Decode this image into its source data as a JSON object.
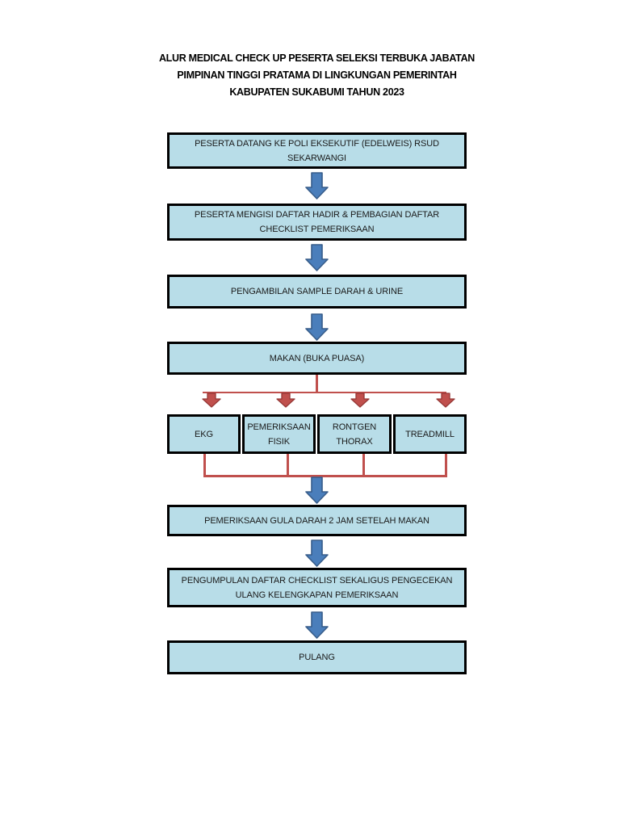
{
  "title": {
    "lines": [
      "ALUR MEDICAL CHECK UP PESERTA SELEKSI TERBUKA JABATAN",
      "PIMPINAN TINGGI PRATAMA DI LINGKUNGAN PEMERINTAH",
      "KABUPATEN SUKABUMI TAHUN 2023"
    ]
  },
  "flow": {
    "steps": [
      {
        "id": "arrival",
        "lines": [
          "PESERTA DATANG KE POLI EKSEKUTIF (EDELWEIS) RSUD",
          "SEKARWANGI"
        ]
      },
      {
        "id": "attendance",
        "lines": [
          "PESERTA MENGISI DAFTAR HADIR & PEMBAGIAN DAFTAR",
          "CHECKLIST PEMERIKSAAN"
        ]
      },
      {
        "id": "sampling",
        "lines": [
          "PENGAMBILAN SAMPLE DARAH & URINE"
        ]
      },
      {
        "id": "meal",
        "lines": [
          "MAKAN (BUKA PUASA)"
        ]
      },
      {
        "id": "glucose",
        "lines": [
          "PEMERIKSAAN GULA DARAH 2 JAM SETELAH MAKAN"
        ]
      },
      {
        "id": "collection",
        "lines": [
          "PENGUMPULAN DAFTAR CHECKLIST SEKALIGUS PENGECEKAN",
          "ULANG KELENGKAPAN PEMERIKSAAN"
        ]
      },
      {
        "id": "finish",
        "lines": [
          "PULANG"
        ]
      }
    ],
    "parallel": [
      {
        "id": "ekg",
        "lines": [
          "EKG"
        ]
      },
      {
        "id": "physical",
        "lines": [
          "PEMERIKSAAN",
          "FISIK"
        ]
      },
      {
        "id": "rontgen",
        "lines": [
          "RONTGEN",
          "THORAX"
        ]
      },
      {
        "id": "treadmill",
        "lines": [
          "TREADMILL"
        ]
      }
    ]
  },
  "colors": {
    "box_fill": "#B8DDE8",
    "box_border": "#000000",
    "arrow_fill": "#4A7EBB",
    "arrow_border": "#385D8A",
    "branch_connector": "#C0504D",
    "branch_connector_border": "#953735"
  }
}
